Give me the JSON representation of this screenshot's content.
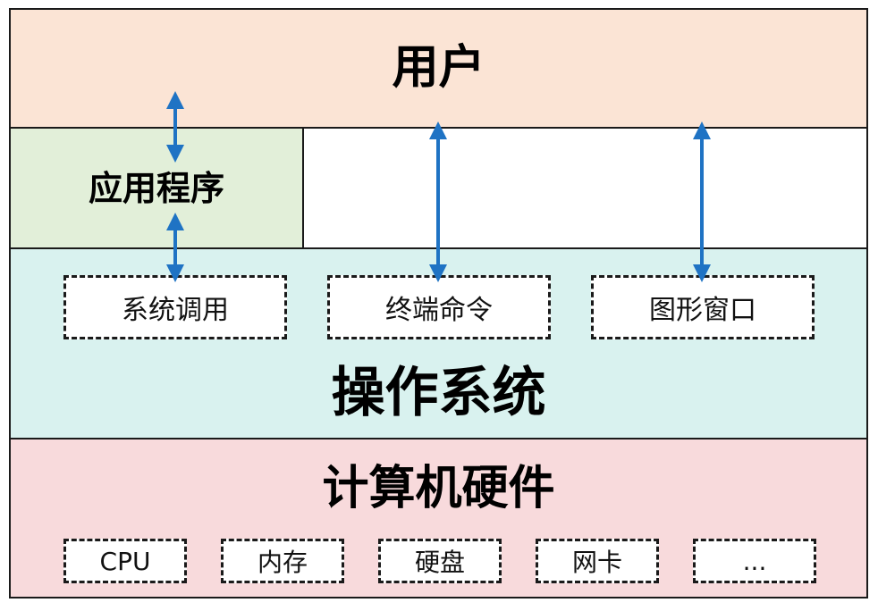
{
  "user": {
    "title": "用户"
  },
  "app": {
    "title": "应用程序"
  },
  "os": {
    "title": "操作系统",
    "interfaces": [
      "系统调用",
      "终端命令",
      "图形窗口"
    ]
  },
  "hardware": {
    "title": "计算机硬件",
    "items": [
      "CPU",
      "内存",
      "硬盘",
      "网卡",
      "..."
    ]
  },
  "colors": {
    "user_fill": "#fbe4d5",
    "app_fill": "#e2efd9",
    "os_fill": "#d9f2ef",
    "hardware_fill": "#f8dadc",
    "arrow": "#1f73c4",
    "border": "#1a1a1a"
  }
}
